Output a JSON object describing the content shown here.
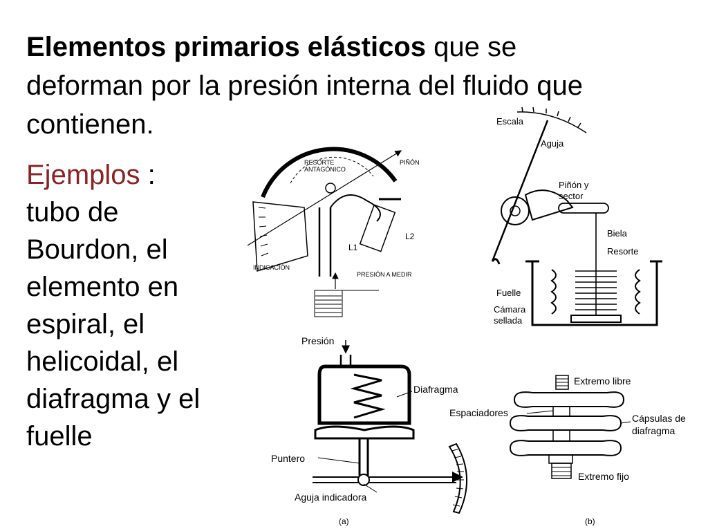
{
  "heading": {
    "bold": "Elementos primarios elásticos",
    "rest_line1": " que se",
    "line2": "deforman por la presión interna del fluido que",
    "line3": "contienen."
  },
  "examples": {
    "label": "Ejemplos",
    "colon": " :",
    "lines": [
      "tubo de",
      "Bourdon, el",
      "elemento en",
      "espiral, el",
      "helicoidal, el",
      "diafragma y el",
      "fuelle"
    ]
  },
  "colors": {
    "accent": "#8b2323",
    "text": "#000000"
  },
  "bourdon": {
    "resorte": "RESORTE",
    "antagonico": "ANTAGÓNICO",
    "pinon": "PIÑÓN",
    "l1": "L1",
    "l2": "L2",
    "indicacion": "INDICACIÓN",
    "presion": "PRESIÓN A MEDIR"
  },
  "bellows": {
    "escala": "Escala",
    "aguja": "Aguja",
    "pinon_y": "Piñón y",
    "sector": "sector",
    "biela": "Biela",
    "resorte": "Resorte",
    "fuelle": "Fuelle",
    "camara": "Cámara",
    "sellada": "sellada"
  },
  "diaphragm": {
    "presion": "Presión",
    "diafragma": "Diafragma",
    "puntero": "Puntero",
    "aguja_indicadora": "Aguja indicadora",
    "caption": "(a)"
  },
  "capsules": {
    "extremo_libre": "Extremo libre",
    "espaciadores": "Espaciadores",
    "capsulas": "Cápsulas de",
    "diafragma": "diafragma",
    "extremo_fijo": "Extremo fijo",
    "caption": "(b)"
  }
}
